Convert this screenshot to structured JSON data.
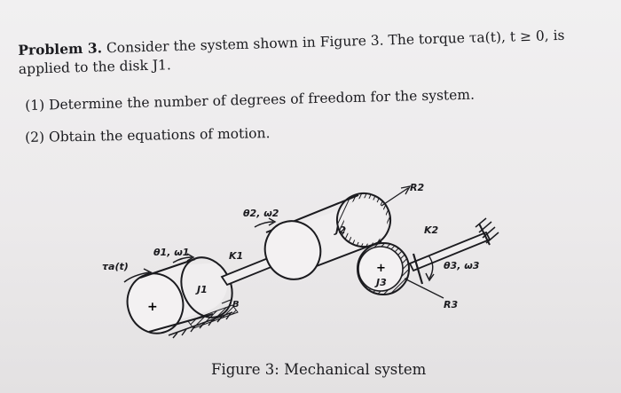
{
  "problem": {
    "heading": "Problem 3.",
    "statement": "Consider the system shown in Figure 3. The torque τa(t), t ≥ 0, is applied to the disk J1.",
    "questions": [
      "(1) Determine the number of degrees of freedom for the system.",
      "(2) Obtain the equations of motion."
    ]
  },
  "figure": {
    "caption": "Figure 3: Mechanical system",
    "labels": {
      "torque": "τa(t)",
      "theta1": "θ1, ω1",
      "j1": "J1",
      "k1": "K1",
      "b": "B",
      "theta2": "θ2, ω2",
      "j2": "J2",
      "r2": "R2",
      "k2": "K2",
      "theta3": "θ3, ω3",
      "j3": "J3",
      "r3": "R3"
    }
  }
}
